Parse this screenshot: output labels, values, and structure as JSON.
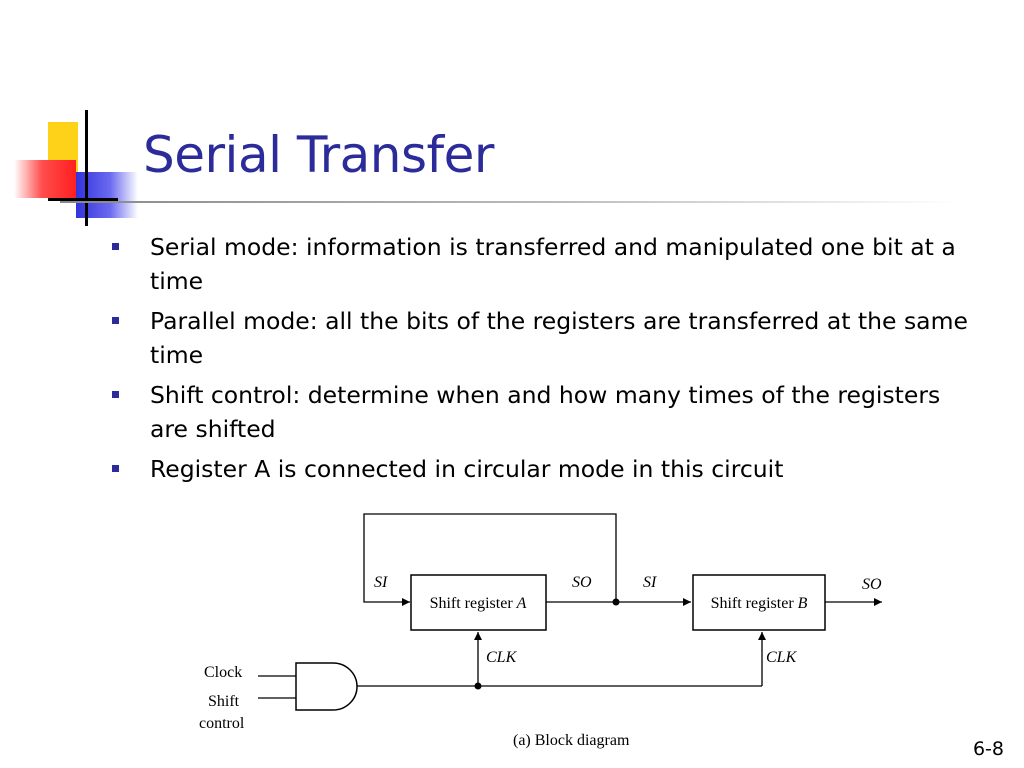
{
  "slide": {
    "title": "Serial Transfer",
    "number": "6-8"
  },
  "bullets": [
    "Serial mode: information is transferred and manipulated one bit at a time",
    "Parallel mode: all the bits of the registers are transferred at the same time",
    "Shift control: determine when and how many times of the registers are shifted",
    "Register A is connected in circular mode in this circuit"
  ],
  "diagram": {
    "register_a": {
      "prefix": "Shift register ",
      "letter": "A"
    },
    "register_b": {
      "prefix": "Shift register ",
      "letter": "B"
    },
    "si": "SI",
    "so": "SO",
    "clk": "CLK",
    "clock": "Clock",
    "shift": "Shift",
    "control": "control",
    "caption": "(a) Block diagram"
  }
}
